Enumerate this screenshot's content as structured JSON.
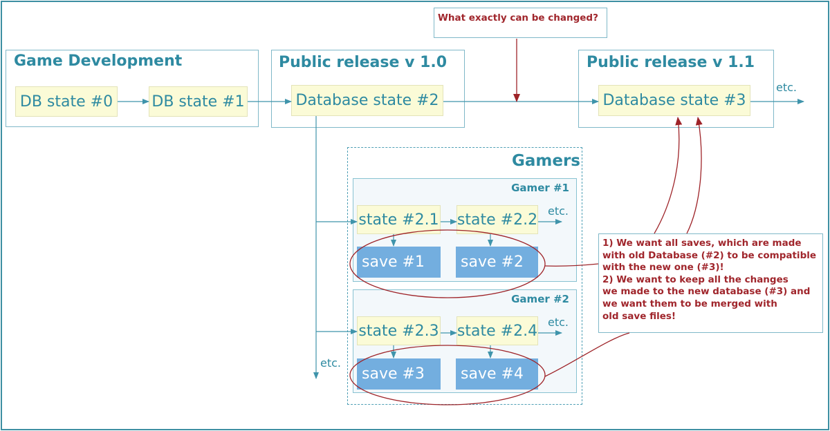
{
  "groups": {
    "game_development": "Game Development",
    "public_release_v1_0": "Public release v 1.0",
    "public_release_v1_1": "Public release v 1.1",
    "gamers": "Gamers",
    "gamer_1": "Gamer #1",
    "gamer_2": "Gamer #2"
  },
  "states": {
    "db_state_0": "DB state #0",
    "db_state_1": "DB state #1",
    "database_state_2": "Database state #2",
    "database_state_3": "Database state #3",
    "state_2_1": "state #2.1",
    "state_2_2": "state #2.2",
    "state_2_3": "state #2.3",
    "state_2_4": "state #2.4"
  },
  "saves": {
    "save_1": "save #1",
    "save_2": "save #2",
    "save_3": "save #3",
    "save_4": "save #4"
  },
  "etc_label": "etc.",
  "question": "What exactly can be changed?",
  "notes": [
    "1) We want all saves, which are made",
    "with old Database (#2) to be compatible",
    "with the new one (#3)!",
    "2) We want to keep all the changes",
    "we made to the new database (#3) and",
    "we want them to be merged with",
    "old save files!"
  ],
  "colors": {
    "frame": "#3d8fa2",
    "title": "#2e8aa1",
    "state_fill": "#fbfbd7",
    "save_fill": "#73aedf",
    "note_text": "#a0262c",
    "arrow": "#3f94ab",
    "ellipse": "#9e2328"
  }
}
